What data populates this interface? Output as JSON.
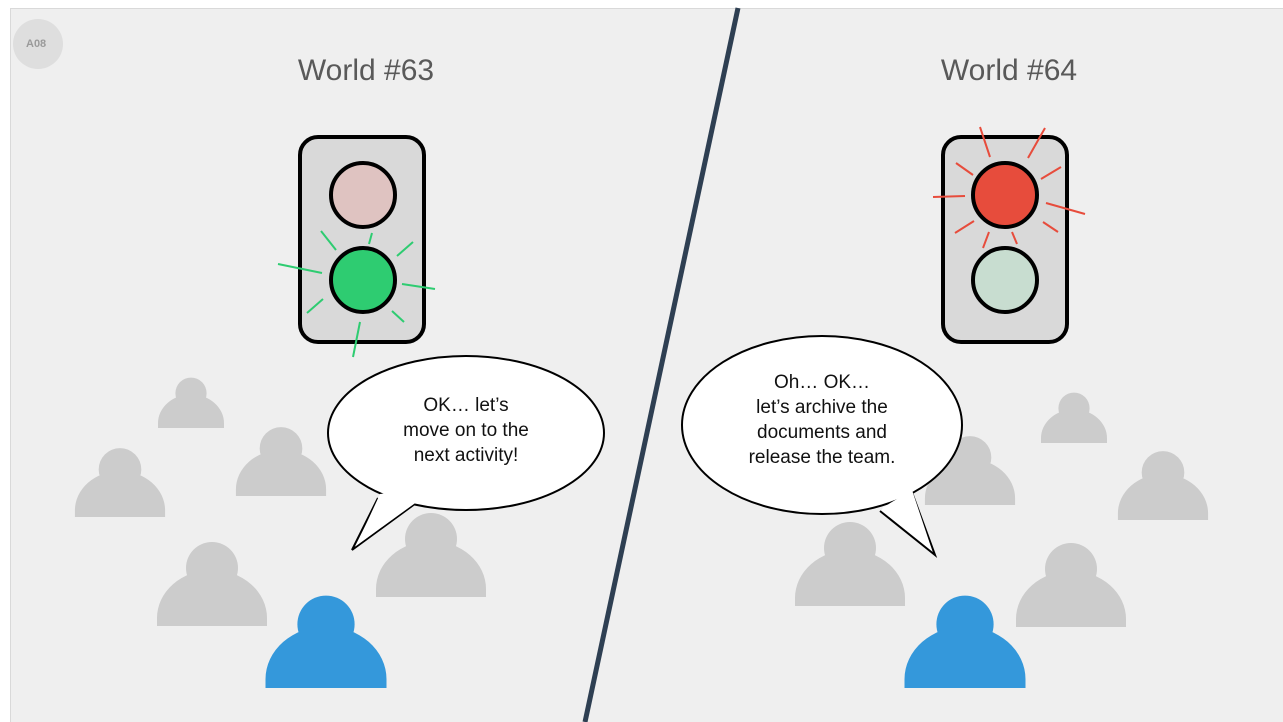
{
  "slide": {
    "badge": "A08"
  },
  "left_world": {
    "title": "World #63",
    "light_state": "green",
    "speech_lines": [
      "OK… let’s",
      "move on to the",
      "next activity!"
    ]
  },
  "right_world": {
    "title": "World #64",
    "light_state": "red",
    "speech_lines": [
      "Oh… OK…",
      "let’s archive the",
      "documents and",
      "release the team."
    ]
  },
  "colors": {
    "background": "#efefef",
    "divider": "#2e3f52",
    "person_gray": "#cccccc",
    "person_blue": "#3498db",
    "light_green_on": "#2ecc71",
    "light_red_on": "#e74c3c",
    "light_red_off": "#dfc3c1",
    "light_green_off": "#c8ddd0",
    "housing": "#d9d9d9"
  },
  "icons": {
    "person": "person-icon",
    "traffic_light": "traffic-light-icon",
    "speech_bubble": "speech-bubble-icon"
  }
}
